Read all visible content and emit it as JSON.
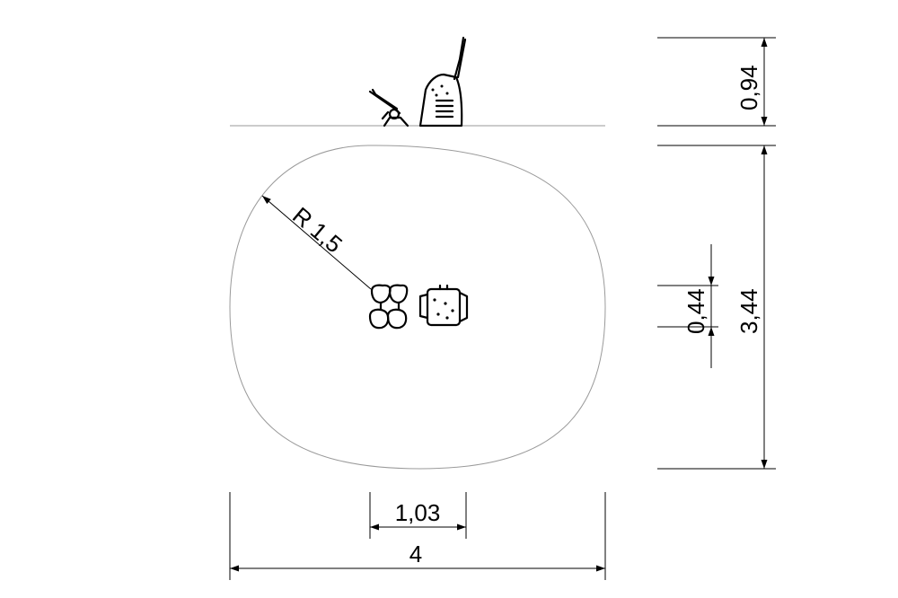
{
  "drawing": {
    "dimensions": {
      "height_side": "0,94",
      "depth_total": "3,44",
      "depth_item": "0,44",
      "width_item": "1,03",
      "width_total": "4",
      "radius": "R 1,5"
    },
    "colors": {
      "lines": "#000000",
      "boundary": "#9a9a9a",
      "background": "#ffffff"
    }
  }
}
